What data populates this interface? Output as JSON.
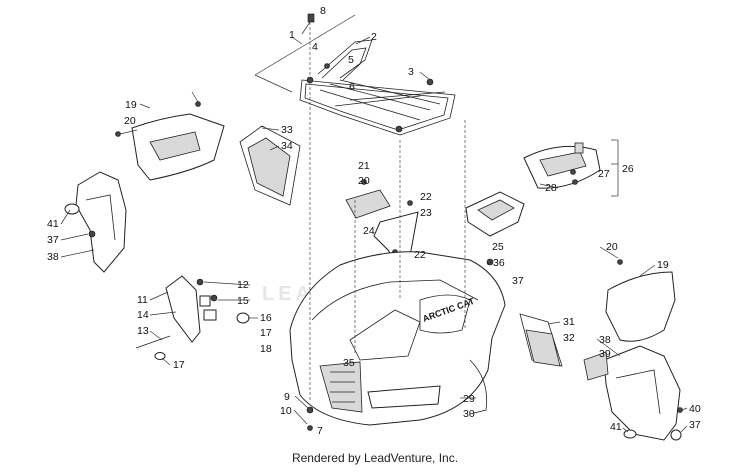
{
  "diagram": {
    "callouts": [
      "1",
      "2",
      "3",
      "4",
      "5",
      "6",
      "8",
      "12",
      "15",
      "16",
      "17",
      "18",
      "11",
      "14",
      "13",
      "17",
      "19",
      "20",
      "21",
      "20",
      "22",
      "23",
      "24",
      "22",
      "25",
      "26",
      "27",
      "28",
      "33",
      "34",
      "35",
      "36",
      "37",
      "19",
      "20",
      "31",
      "32",
      "38",
      "39",
      "40",
      "41",
      "37",
      "9",
      "10",
      "7",
      "29",
      "30",
      "41",
      "37",
      "38"
    ],
    "logo_text": "ARCTIC CAT",
    "watermark": "LEADVENTURE"
  },
  "footer": {
    "text": "Rendered by LeadVenture, Inc."
  }
}
